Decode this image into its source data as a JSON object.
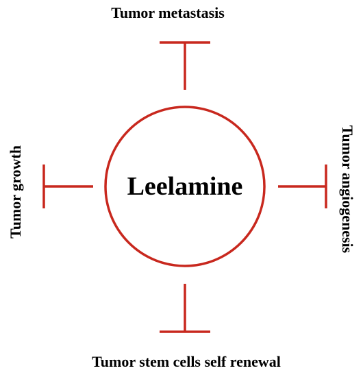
{
  "diagram": {
    "center_label": "Leelamine",
    "top_label": "Tumor metastasis",
    "left_label": "Tumor growth",
    "right_label": "Tumor angiogenesis",
    "bottom_label": "Tumor stem cells self renewal"
  },
  "colors": {
    "inhibit_line": "#c8281e",
    "circle_stroke": "#c8281e",
    "text": "#000000"
  }
}
